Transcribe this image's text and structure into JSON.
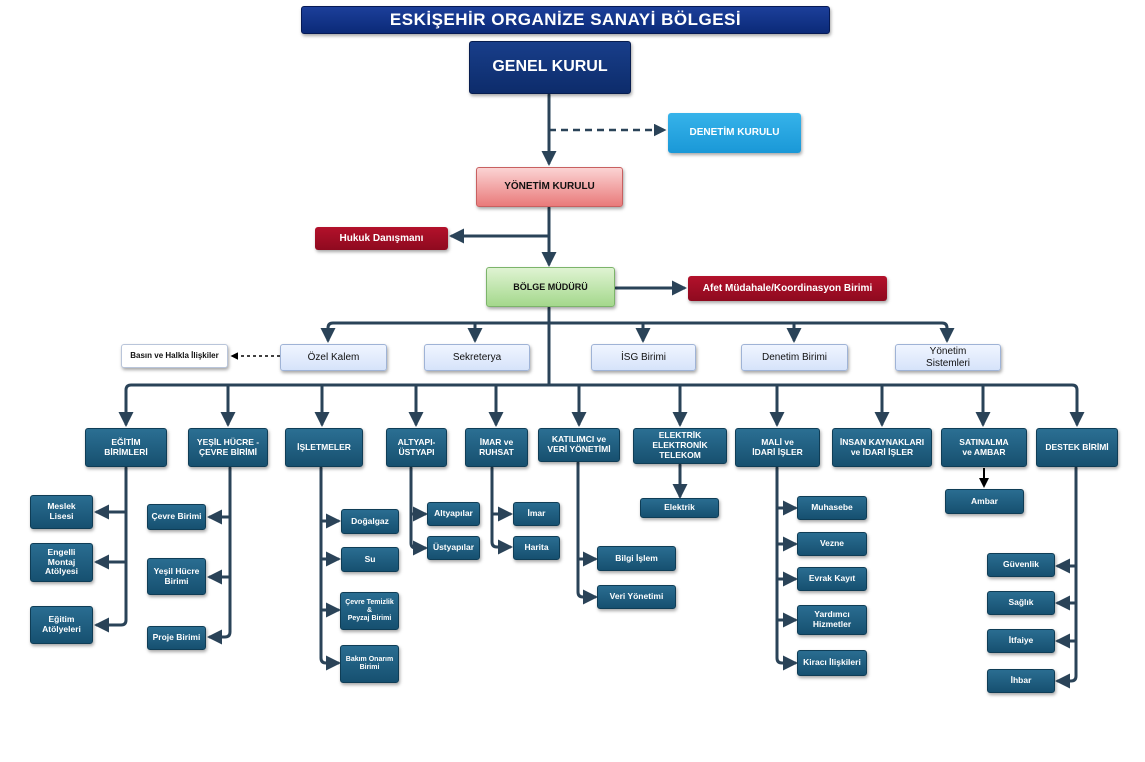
{
  "title": "ESKİŞEHİR ORGANİZE SANAYİ BÖLGESİ",
  "top": {
    "genel_kurul": "GENEL KURUL",
    "denetim_kurulu": "DENETİM KURULU",
    "yonetim_kurulu": "YÖNETİM KURULU",
    "hukuk": "Hukuk Danışmanı",
    "bolge_muduru": "BÖLGE MÜDÜRÜ",
    "afet": "Afet Müdahale/Koordinasyon Birimi"
  },
  "staff": {
    "basin": "Basın ve Halkla İlişkiler",
    "ozel_kalem": "Özel Kalem",
    "sekreterya": "Sekreterya",
    "isg": "İSG Birimi",
    "denetim_birimi": "Denetim Birimi",
    "yonetim_sistemleri": "Yönetim\nSistemleri"
  },
  "departments": {
    "egitim": "EĞİTİM\nBİRİMLERİ",
    "yesil": "YEŞİL HÜCRE -\nÇEVRE BİRİMİ",
    "isletmeler": "İŞLETMELER",
    "altyapi": "ALTYAPI-\nÜSTYAPI",
    "imar": "İMAR ve\nRUHSAT",
    "katilimci": "KATILIMCI ve\nVERİ YÖNETİMİ",
    "elektrik": "ELEKTRİK\nELEKTRONİK\nTELEKOM",
    "mali": "MALİ ve\nİDARİ İŞLER",
    "insan": "İNSAN KAYNAKLARI\nve İDARİ İŞLER",
    "satinalma": "SATINALMA\nve AMBAR",
    "destek": "DESTEK BİRİMİ"
  },
  "units": {
    "egitim": [
      "Meslek\nLisesi",
      "Engelli\nMontaj\nAtölyesi",
      "Eğitim\nAtölyeleri"
    ],
    "yesil": [
      "Çevre Birimi",
      "Yeşil Hücre\nBirimi",
      "Proje Birimi"
    ],
    "isletmeler": [
      "Doğalgaz",
      "Su",
      "Çevre Temizlik\n&\nPeyzaj Birimi",
      "Bakım Onarım\nBirimi"
    ],
    "altyapi": [
      "Altyapılar",
      "Üstyapılar"
    ],
    "imar": [
      "İmar",
      "Harita"
    ],
    "katilimci": [
      "Bilgi İşlem",
      "Veri Yönetimi"
    ],
    "elektrik": [
      "Elektrik"
    ],
    "mali": [
      "Muhasebe",
      "Vezne",
      "Evrak Kayıt",
      "Yardımcı\nHizmetler",
      "Kiracı İlişkileri"
    ],
    "satinalma": [
      "Ambar"
    ],
    "destek": [
      "Güvenlik",
      "Sağlık",
      "İtfaiye",
      "İhbar"
    ]
  },
  "colors": {
    "line": "#2a4358",
    "navy": "#0d2c6b",
    "sky": "#1a98d7",
    "crimson": "#8e0a1f",
    "dept": "#17506f"
  }
}
